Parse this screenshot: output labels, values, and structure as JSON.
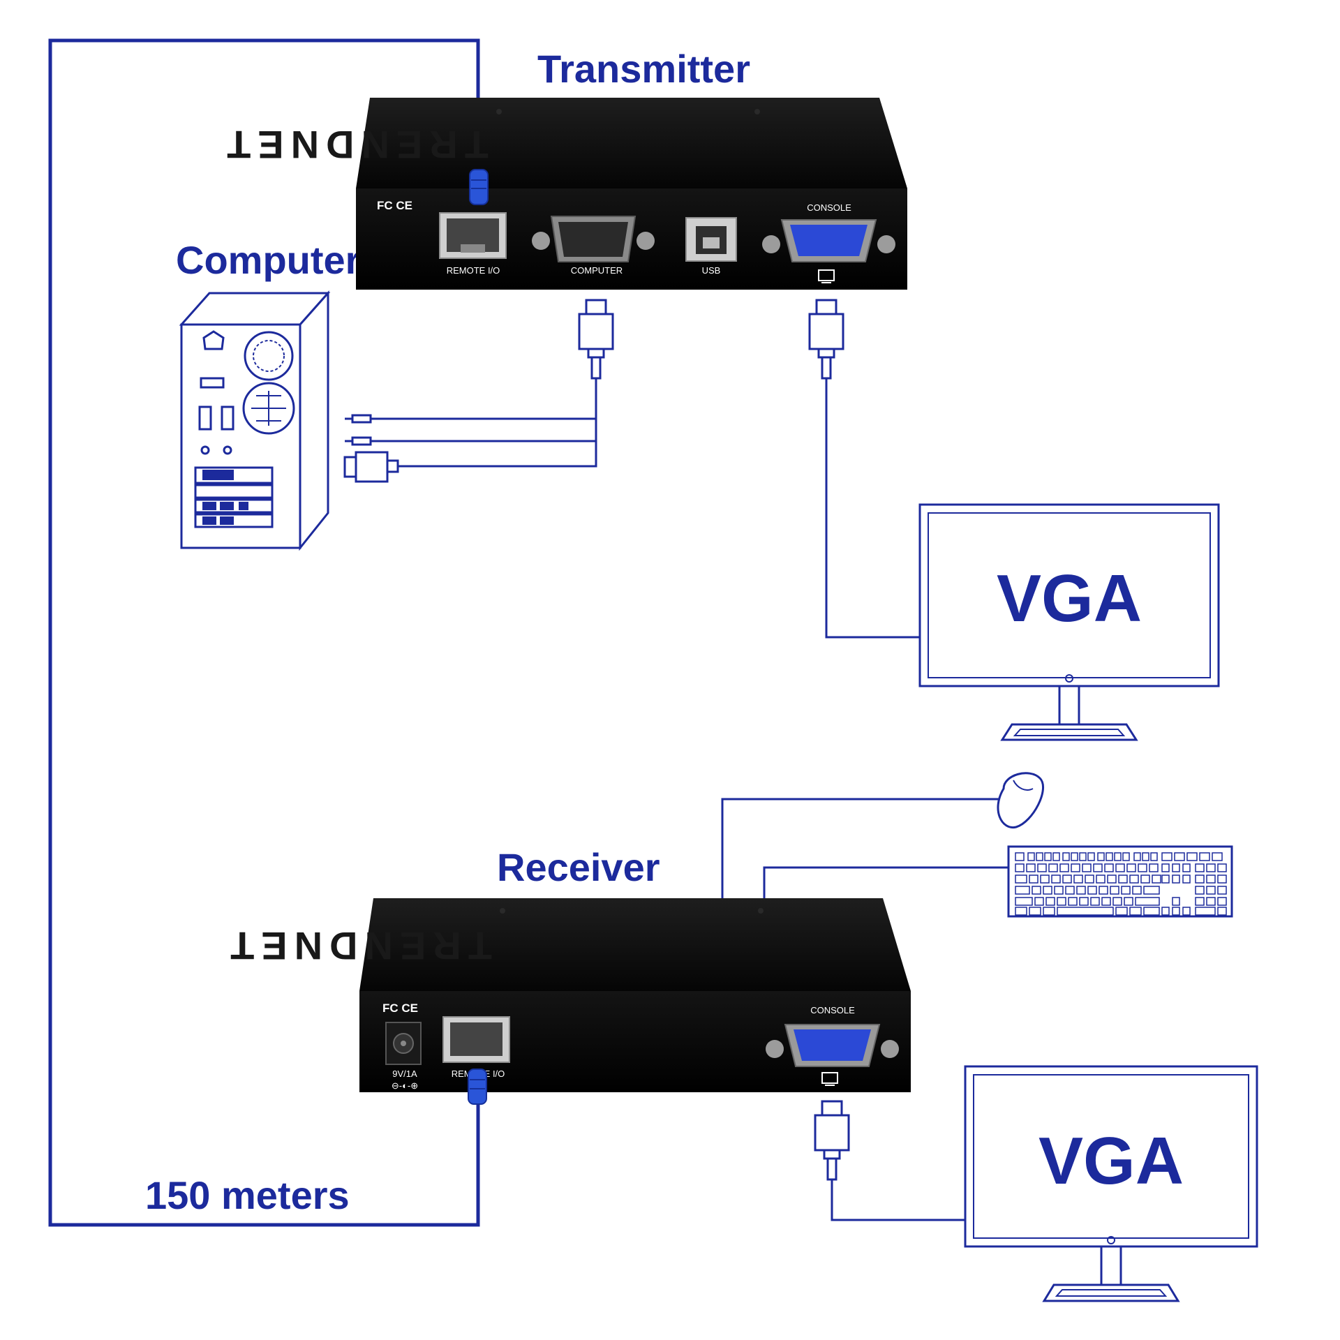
{
  "labels": {
    "transmitter": "Transmitter",
    "receiver": "Receiver",
    "computer": "Computer",
    "distance": "150 meters",
    "monitor_top": "VGA",
    "monitor_bottom": "VGA"
  },
  "transmitter_ports": {
    "remote_io": "REMOTE I/O",
    "computer": "COMPUTER",
    "usb": "USB",
    "console": "CONSOLE"
  },
  "receiver_ports": {
    "power": "9V/1A",
    "remote_io": "REMOTE I/O",
    "console": "CONSOLE"
  },
  "device": {
    "brand": "TRENDNET",
    "certifications": "FC CE"
  },
  "colors": {
    "accent": "#1c2a9c",
    "device_body": "#0d0d0d",
    "vga_port": "#2b49d6",
    "background": "#ffffff"
  },
  "icons": [
    "rj45-plug-icon",
    "vga-plug-icon",
    "audio-plug-icon",
    "mouse-icon",
    "keyboard-icon",
    "monitor-icon",
    "computer-tower-icon"
  ]
}
